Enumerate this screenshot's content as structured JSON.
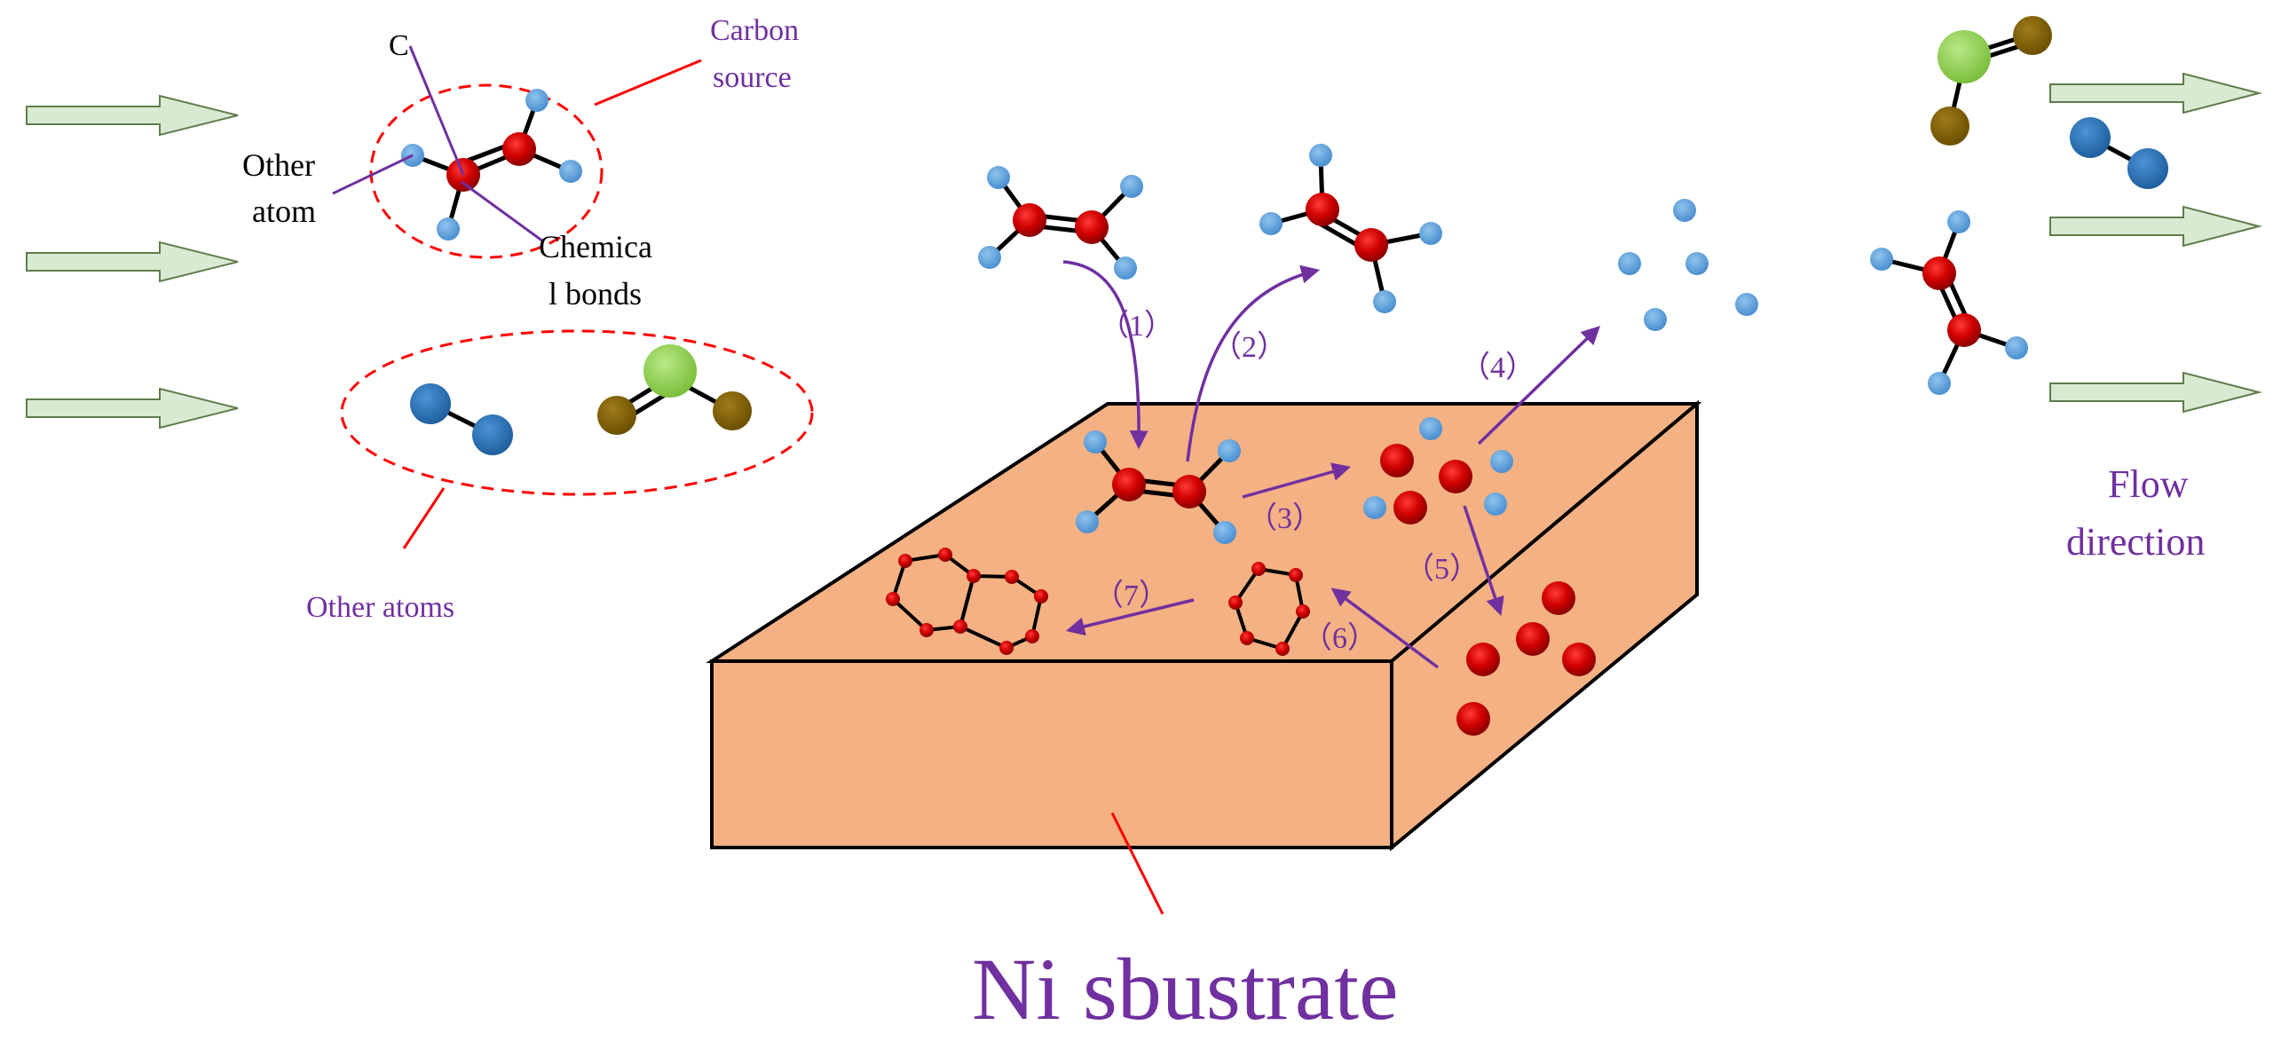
{
  "labels": {
    "c": "C",
    "carbon_source_1": "Carbon",
    "carbon_source_2": "source",
    "other_atom_1": "Other",
    "other_atom_2": "atom",
    "chemical_bonds_1": "Chemica",
    "chemical_bonds_2": "l bonds",
    "other_atoms": "Other atoms",
    "flow_direction_1": "Flow",
    "flow_direction_2": "direction",
    "substrate": "Ni sbustrate"
  },
  "steps": [
    "（1）",
    "（2）",
    "（3）",
    "（4）",
    "（5）",
    "（6）",
    "（7）"
  ],
  "colors": {
    "carbon_atom": "#c00000",
    "hydrogen_atom": "#5b9bd5",
    "blue_atom": "#2e75b6",
    "green_atom": "#92d050",
    "brown_atom": "#7f6000",
    "substrate_fill": "#f4b183",
    "flow_arrow_fill": "#d9ead3",
    "annotation_red": "#ff0000",
    "purple": "#7030a0"
  }
}
